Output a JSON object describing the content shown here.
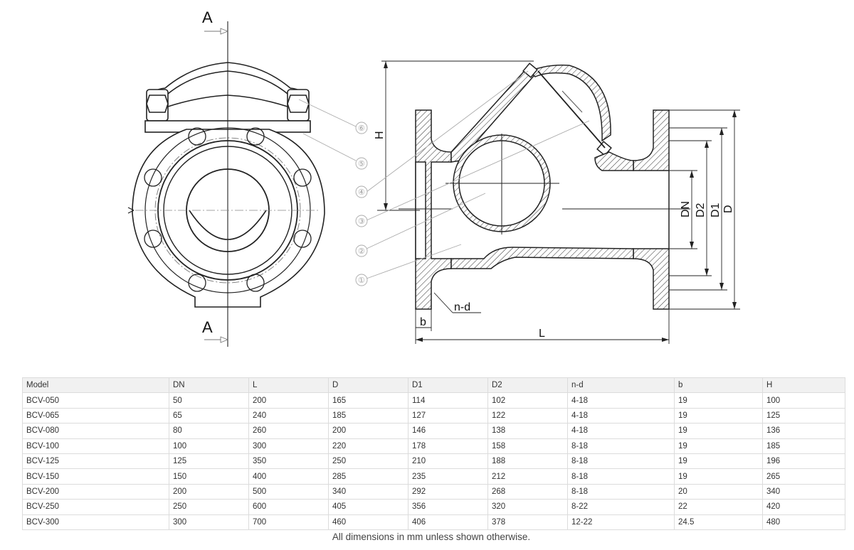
{
  "drawing": {
    "section_label_top": "A",
    "section_label_bottom": "A",
    "dimensions": {
      "height": "H",
      "dn": "DN",
      "d2": "D2",
      "d1": "D1",
      "d": "D",
      "bolt_holes": "n-d",
      "flange_thickness": "b",
      "length": "L"
    },
    "part_callouts": [
      "①",
      "②",
      "③",
      "④",
      "⑤",
      "⑥"
    ]
  },
  "table": {
    "columns": [
      "Model",
      "DN",
      "L",
      "D",
      "D1",
      "D2",
      "n-d",
      "b",
      "H"
    ],
    "rows": [
      [
        "BCV-050",
        "50",
        "200",
        "165",
        "114",
        "102",
        "4-18",
        "19",
        "100"
      ],
      [
        "BCV-065",
        "65",
        "240",
        "185",
        "127",
        "122",
        "4-18",
        "19",
        "125"
      ],
      [
        "BCV-080",
        "80",
        "260",
        "200",
        "146",
        "138",
        "4-18",
        "19",
        "136"
      ],
      [
        "BCV-100",
        "100",
        "300",
        "220",
        "178",
        "158",
        "8-18",
        "19",
        "185"
      ],
      [
        "BCV-125",
        "125",
        "350",
        "250",
        "210",
        "188",
        "8-18",
        "19",
        "196"
      ],
      [
        "BCV-150",
        "150",
        "400",
        "285",
        "235",
        "212",
        "8-18",
        "19",
        "265"
      ],
      [
        "BCV-200",
        "200",
        "500",
        "340",
        "292",
        "268",
        "8-18",
        "20",
        "340"
      ],
      [
        "BCV-250",
        "250",
        "600",
        "405",
        "356",
        "320",
        "8-22",
        "22",
        "420"
      ],
      [
        "BCV-300",
        "300",
        "700",
        "460",
        "406",
        "378",
        "12-22",
        "24.5",
        "480"
      ]
    ]
  },
  "footnote": "All dimensions in mm unless shown otherwise."
}
